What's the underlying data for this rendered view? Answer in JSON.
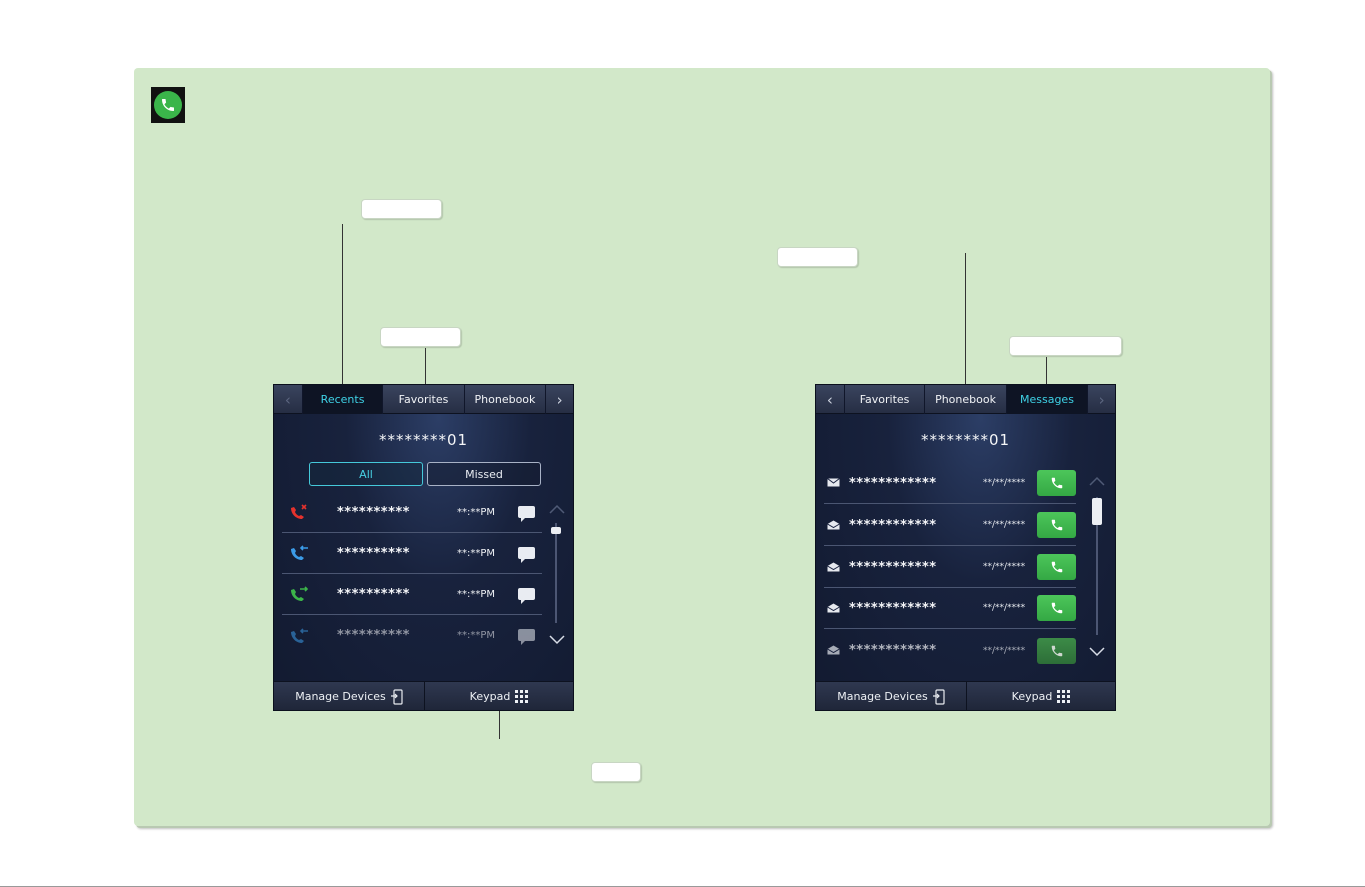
{
  "left_screen": {
    "tabs": [
      {
        "label": "Recents",
        "active": true
      },
      {
        "label": "Favorites",
        "active": false
      },
      {
        "label": "Phonebook",
        "active": false
      }
    ],
    "phone_number": "********01",
    "filters": {
      "all": "All",
      "missed": "Missed"
    },
    "calls": [
      {
        "type": "missed-call-icon",
        "name": "**********",
        "time": "**:**PM"
      },
      {
        "type": "incoming-call-icon",
        "name": "**********",
        "time": "**:**PM"
      },
      {
        "type": "outgoing-call-icon",
        "name": "**********",
        "time": "**:**PM"
      },
      {
        "type": "incoming-call-icon",
        "name": "**********",
        "time": "**:**PM"
      }
    ],
    "bottom": {
      "manage_devices": "Manage Devices",
      "keypad": "Keypad"
    }
  },
  "right_screen": {
    "tabs": [
      {
        "label": "Favorites",
        "active": false
      },
      {
        "label": "Phonebook",
        "active": false
      },
      {
        "label": "Messages",
        "active": true
      }
    ],
    "phone_number": "********01",
    "messages": [
      {
        "state": "unread-mail-icon",
        "name": "************",
        "date": "**/**/****"
      },
      {
        "state": "read-mail-icon",
        "name": "************",
        "date": "**/**/****"
      },
      {
        "state": "read-mail-icon",
        "name": "************",
        "date": "**/**/****"
      },
      {
        "state": "read-mail-icon",
        "name": "************",
        "date": "**/**/****"
      },
      {
        "state": "read-mail-icon",
        "name": "************",
        "date": "**/**/****"
      }
    ],
    "bottom": {
      "manage_devices": "Manage Devices",
      "keypad": "Keypad"
    }
  },
  "colors": {
    "panel": "#d2e8c9",
    "active_tab_text": "#3fd2e6",
    "call_button": "#3ab54a",
    "missed": "#e5322d",
    "incoming": "#3b9be8",
    "outgoing": "#3cb54a"
  }
}
